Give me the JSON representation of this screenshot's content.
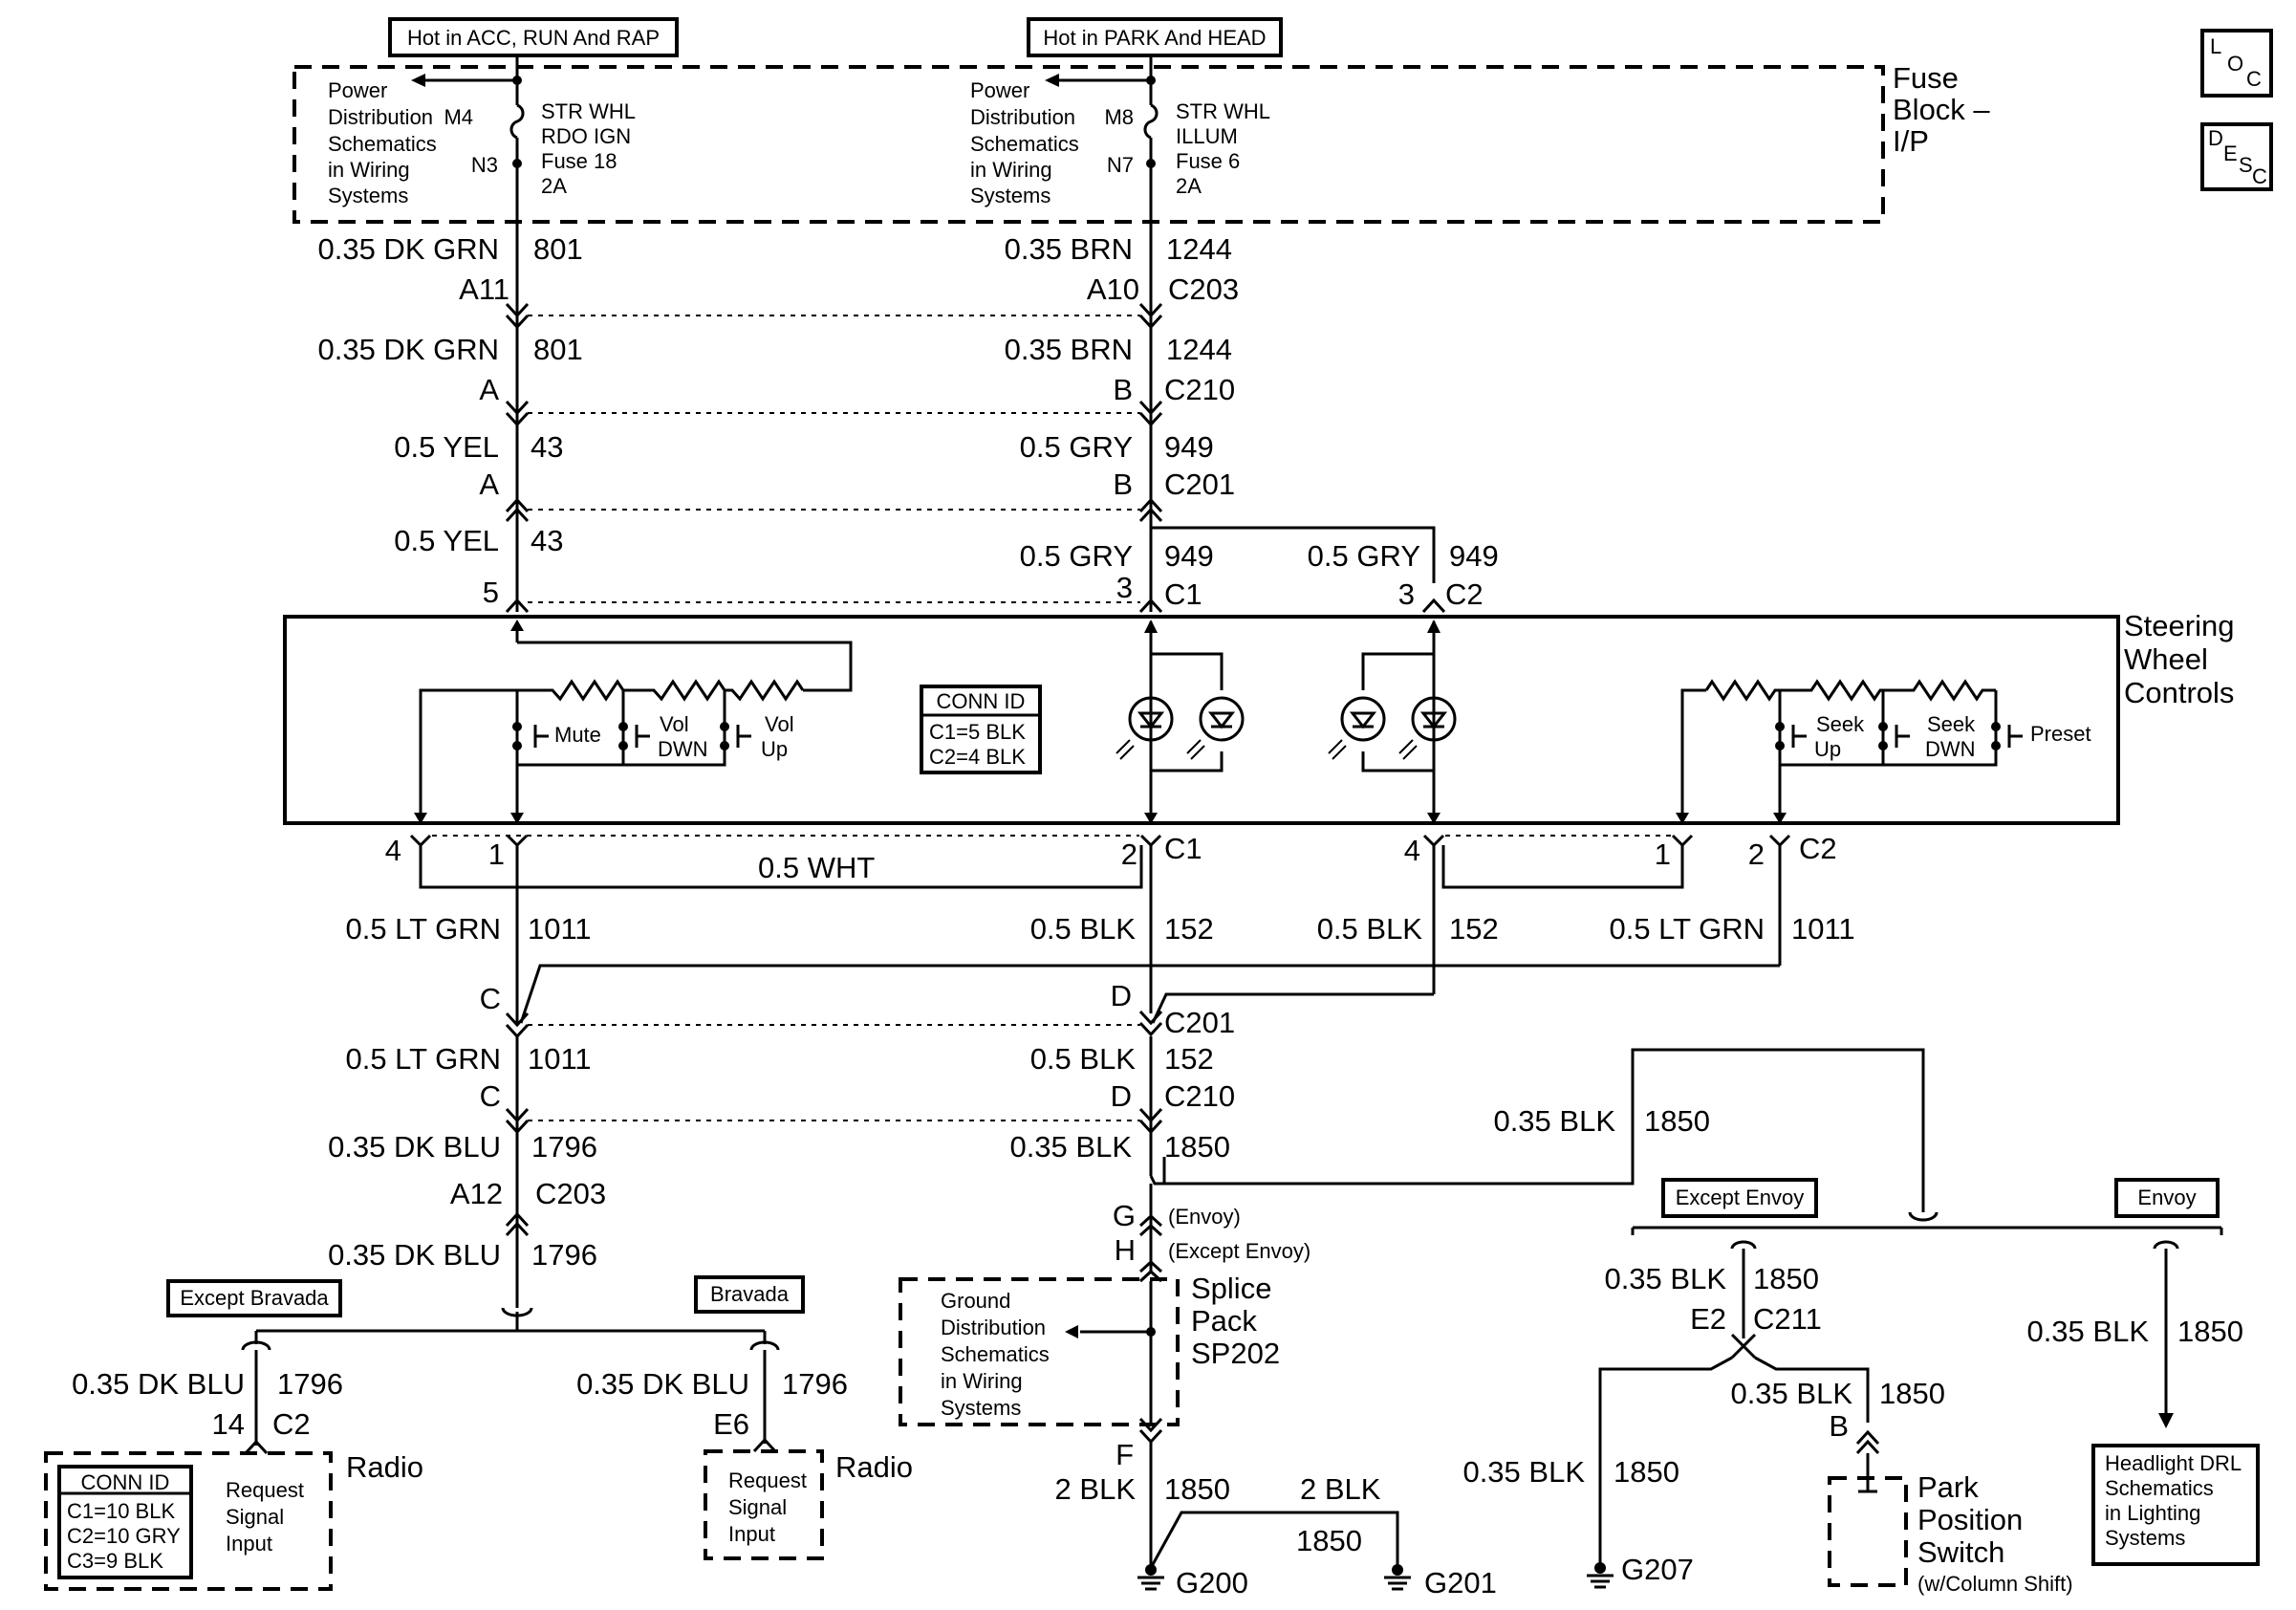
{
  "power": {
    "feed_left": "Hot in ACC, RUN And RAP",
    "feed_right": "Hot in PARK And HEAD",
    "fuse_block": [
      "Fuse",
      "Block –",
      "I/P"
    ],
    "power_ref": [
      "Power",
      "Distribution",
      "Schematics",
      "in Wiring",
      "Systems"
    ],
    "fuse_left": {
      "pin_in": "M4",
      "pin_out": "N3",
      "lines": [
        "STR WHL",
        "RDO IGN",
        "Fuse 18",
        "2A"
      ]
    },
    "fuse_right": {
      "pin_in": "M8",
      "pin_out": "N7",
      "lines": [
        "STR WHL",
        "ILLUM",
        "Fuse 6",
        "2A"
      ]
    }
  },
  "legend_icons": {
    "loc": [
      "L",
      "O",
      "C"
    ],
    "desc": [
      "D",
      "E",
      "S",
      "C"
    ]
  },
  "wires": {
    "w801_a": {
      "label": "0.35 DK GRN",
      "circuit": "801",
      "pin": "A11"
    },
    "w1244_a": {
      "label": "0.35 BRN",
      "circuit": "1244",
      "pin": "A10",
      "connector": "C203"
    },
    "w801_b": {
      "label": "0.35 DK GRN",
      "circuit": "801",
      "pin": "A"
    },
    "w1244_b": {
      "label": "0.35 BRN",
      "circuit": "1244",
      "pin": "B",
      "connector": "C210"
    },
    "w43_a": {
      "label": "0.5 YEL",
      "circuit": "43",
      "pin": "A"
    },
    "w949_a": {
      "label": "0.5 GRY",
      "circuit": "949",
      "pin": "B",
      "connector": "C201"
    },
    "w43_b": {
      "label": "0.5 YEL",
      "circuit": "43",
      "pin": "5"
    },
    "w949_b": {
      "label": "0.5 GRY",
      "circuit": "949",
      "pin": "3",
      "connector": "C1"
    },
    "w949_c": {
      "label": "0.5 GRY",
      "circuit": "949",
      "pin": "3",
      "connector": "C2"
    },
    "wht": {
      "label": "0.5 WHT"
    },
    "w1011_a": {
      "label": "0.5 LT GRN",
      "circuit": "1011",
      "pin": "C"
    },
    "w152_a": {
      "label": "0.5 BLK",
      "circuit": "152",
      "pin": "D",
      "connector": "C201"
    },
    "w152_b": {
      "label": "0.5 BLK",
      "circuit": "152"
    },
    "w1011_b": {
      "label": "0.5 LT GRN",
      "circuit": "1011"
    },
    "w1011_c": {
      "label": "0.5 LT GRN",
      "circuit": "1011",
      "pin": "C"
    },
    "w152_c": {
      "label": "0.5 BLK",
      "circuit": "152",
      "pin": "D",
      "connector": "C210"
    },
    "w1796_a": {
      "label": "0.35 DK BLU",
      "circuit": "1796",
      "pin": "A12",
      "connector": "C203"
    },
    "w1850_a": {
      "label": "0.35 BLK",
      "circuit": "1850",
      "pin_g": "G",
      "pin_g_note": "(Envoy)",
      "pin_h": "H",
      "pin_h_note": "(Except Envoy)"
    },
    "w1850_b": {
      "label": "0.35 BLK",
      "circuit": "1850"
    },
    "w1796_b": {
      "label": "0.35 DK BLU",
      "circuit": "1796"
    },
    "w1796_c": {
      "label": "0.35 DK BLU",
      "circuit": "1796",
      "pin": "14",
      "connector": "C2"
    },
    "w1796_d": {
      "label": "0.35 DK BLU",
      "circuit": "1796",
      "pin": "E6"
    },
    "w1850_c": {
      "label": "0.35 BLK",
      "circuit": "1850",
      "pin": "E2",
      "connector": "C211"
    },
    "w1850_d": {
      "label": "0.35 BLK",
      "circuit": "1850"
    },
    "w1850_e": {
      "label": "0.35 BLK",
      "circuit": "1850",
      "pin": "B"
    },
    "w1850_f": {
      "label": "0.35 BLK",
      "circuit": "1850"
    },
    "w1850_g": {
      "label": "2 BLK",
      "circuit": "1850",
      "pin": "F"
    },
    "w1850_h": {
      "label": "2 BLK",
      "circuit": "1850"
    }
  },
  "steering": {
    "title": [
      "Steering",
      "Wheel",
      "Controls"
    ],
    "conn_id": {
      "title": "CONN ID",
      "lines": [
        "C1=5 BLK",
        "C2=4 BLK"
      ]
    },
    "switches": {
      "mute": "Mute",
      "vol_dwn": [
        "Vol",
        "DWN"
      ],
      "vol_up": [
        "Vol",
        "Up"
      ],
      "seek_up": [
        "Seek",
        "Up"
      ],
      "seek_dwn": [
        "Seek",
        "DWN"
      ],
      "preset": "Preset"
    },
    "pins": {
      "c1_p4": "4",
      "c1_p1": "1",
      "c1_p2": "2",
      "c1_conn": "C1",
      "c2_p4": "4",
      "c2_p1": "1",
      "c2_p2": "2",
      "c2_conn": "C2"
    }
  },
  "splice": {
    "name": [
      "Splice",
      "Pack",
      "SP202"
    ],
    "ground_ref": [
      "Ground",
      "Distribution",
      "Schematics",
      "in Wiring",
      "Systems"
    ]
  },
  "options": {
    "except_bravada": "Except Bravada",
    "bravada": "Bravada",
    "except_envoy": "Except Envoy",
    "envoy": "Envoy"
  },
  "radio_left": {
    "name": "Radio",
    "conn_id": {
      "title": "CONN ID",
      "lines": [
        "C1=10 BLK",
        "C2=10 GRY",
        "C3=9 BLK"
      ]
    },
    "input": [
      "Request",
      "Signal",
      "Input"
    ]
  },
  "radio_right": {
    "name": "Radio",
    "input": [
      "Request",
      "Signal",
      "Input"
    ]
  },
  "grounds": {
    "g200": "G200",
    "g201": "G201",
    "g207": "G207"
  },
  "park_switch": {
    "name": [
      "Park",
      "Position",
      "Switch"
    ],
    "note": "(w/Column Shift)"
  },
  "headlight_ref": [
    "Headlight DRL",
    "Schematics",
    "in Lighting",
    "Systems"
  ]
}
